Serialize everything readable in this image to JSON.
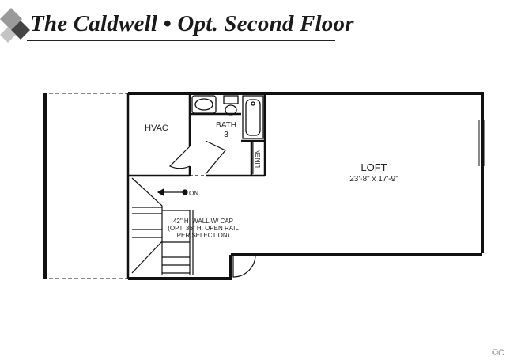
{
  "header": {
    "title": "The Caldwell • Opt. Second Floor"
  },
  "rooms": {
    "hvac": "HVAC",
    "bath_name": "BATH",
    "bath_number": "3",
    "linen": "LINEN",
    "loft_name": "LOFT",
    "loft_dimensions": "23'-8\" x 17'-9\""
  },
  "stair": {
    "direction": "ON"
  },
  "wall_note": {
    "line1": "42\" H. WALL W/ CAP",
    "line2": "(OPT. 36\" H. OPEN RAIL",
    "line3": "PER SELECTION)"
  },
  "footer": {
    "copyright": "©C"
  }
}
